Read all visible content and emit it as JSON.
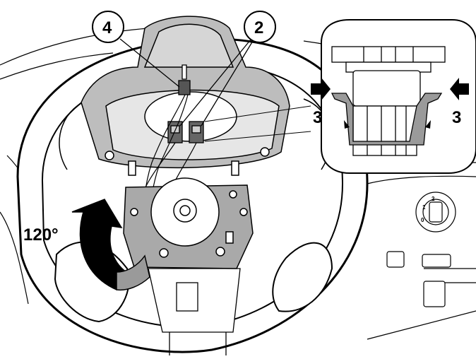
{
  "callouts": {
    "connector_a": "4",
    "connector_b": "2",
    "clip_left": "3",
    "clip_right": "3"
  },
  "rotation_label": "120°",
  "dial_marks": [
    "0",
    "1",
    "2"
  ],
  "colors": {
    "line": "#000000",
    "fill": "#ffffff",
    "gray": "#9a9a9a",
    "light_gray": "#cfcfcf"
  }
}
